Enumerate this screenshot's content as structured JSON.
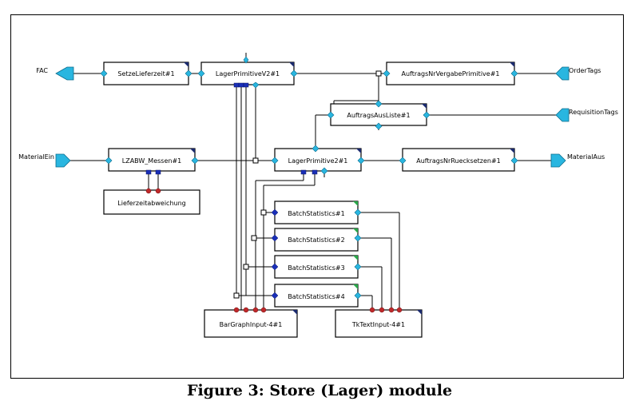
{
  "caption": "Figure 3: Store (Lager) module",
  "ports": {
    "fac": "FAC",
    "material_ein": "MaterialEin",
    "order_tags": "OrderTags",
    "requisition_tags": "RequisitionTags",
    "material_aus": "MaterialAus"
  },
  "blocks": {
    "setze_lieferzeit": "SetzeLieferzeit#1",
    "lager_primitive_v2": "LagerPrimitiveV2#1",
    "auftrags_nr_vergabe": "AuftragsNrVergabePrimitive#1",
    "auftrags_aus_liste": "AuftragsAusListe#1",
    "lzabw_messen": "LZABW_Messen#1",
    "lager_primitive2": "LagerPrimitive2#1",
    "auftrags_nr_ruecksetzen": "AuftragsNrRuecksetzen#1",
    "lieferzeitabweichung": "Lieferzeitabweichung",
    "batch_statistics_1": "BatchStatistics#1",
    "batch_statistics_2": "BatchStatistics#2",
    "batch_statistics_3": "BatchStatistics#3",
    "batch_statistics_4": "BatchStatistics#4",
    "bar_graph_input": "BarGraphInput-4#1",
    "tk_text_input": "TkTextInput-4#1"
  },
  "colors": {
    "port_cyan": "#29b6e0",
    "pin_blue": "#1a2fb8",
    "pin_red": "#c0282a",
    "corner_blue": "#1a2a6e",
    "corner_green": "#2aa84a"
  }
}
